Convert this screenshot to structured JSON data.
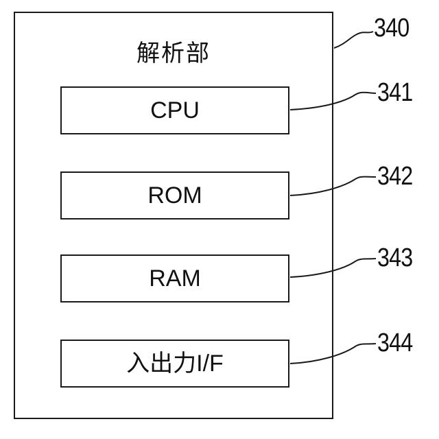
{
  "diagram": {
    "outer": {
      "title": "解析部",
      "ref": "340"
    },
    "blocks": [
      {
        "label": "CPU",
        "ref": "341"
      },
      {
        "label": "ROM",
        "ref": "342"
      },
      {
        "label": "RAM",
        "ref": "343"
      },
      {
        "label": "入出力I/F",
        "ref": "344"
      }
    ]
  }
}
